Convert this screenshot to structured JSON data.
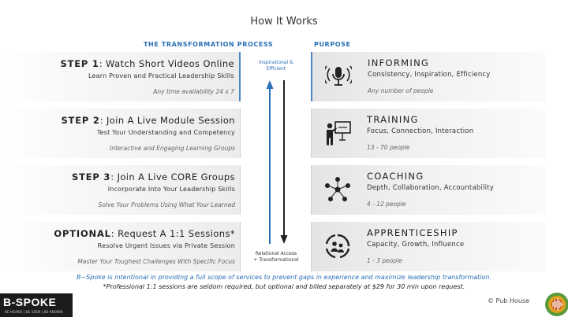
{
  "title": "How It Works",
  "headers": {
    "process": "THE TRANSFORMATION PROCESS",
    "purpose": "PURPOSE"
  },
  "steps": [
    {
      "label": "STEP 1",
      "title": ":  Watch Short Videos Online",
      "sub": "Learn Proven and Practical Leadership Skills",
      "note": "Any time availability 24 x 7"
    },
    {
      "label": "STEP 2",
      "title": ":  Join A Live Module Session",
      "sub": "Test Your Understanding and Competency",
      "note": "Interactive and Engaging Learning Groups"
    },
    {
      "label": "STEP 3",
      "title": ":  Join A Live CORE Groups",
      "sub": "Incorporate Into Your Leadership Skills",
      "note": "Solve Your Problems Using What Your Learned"
    },
    {
      "label": "OPTIONAL",
      "title": ":  Request A 1:1 Sessions*",
      "sub": "Resolve Urgent Issues via Private Session",
      "note": "Master Your Toughest Challenges With Specific Focus"
    }
  ],
  "purposes": [
    {
      "title": "INFORMING",
      "sub": "Consistency, Inspiration, Efficiency",
      "note": "Any number of people",
      "icon": "podcast-mic-icon"
    },
    {
      "title": "TRAINING",
      "sub": "Focus, Connection, Interaction",
      "note": "13 - 70 people",
      "icon": "presenter-board-icon"
    },
    {
      "title": "COACHING",
      "sub": "Depth, Collaboration, Accountability",
      "note": "4 - 12 people",
      "icon": "people-network-icon"
    },
    {
      "title": "APPRENTICESHIP",
      "sub": "Capacity, Growth, Influence",
      "note": "1 - 3 people",
      "icon": "mentor-cycle-icon"
    }
  ],
  "middle": {
    "top_line1": "Inspirational &",
    "top_line2": "Efficient",
    "bottom_line1": "Relational Access",
    "bottom_line2": "+ Transformational",
    "up_arrow_color": "#2a6fb5",
    "down_arrow_color": "#222222"
  },
  "footer": {
    "line1": "B~Spoke is intentional in providing a full scope of services to prevent gaps in experience and maximize leadership transformation.",
    "line2": "*Professional 1:1 sessions are seldom required, but optional and billed separately at $29 for 30 min upon request."
  },
  "brand": {
    "name": "B-SPOKE",
    "tagline": "BE HEARD | BE SEEN | BE KNOWN",
    "copyright": "© Pub House"
  },
  "colors": {
    "accent": "#2a6fb5",
    "text": "#222222",
    "muted": "#666666"
  }
}
